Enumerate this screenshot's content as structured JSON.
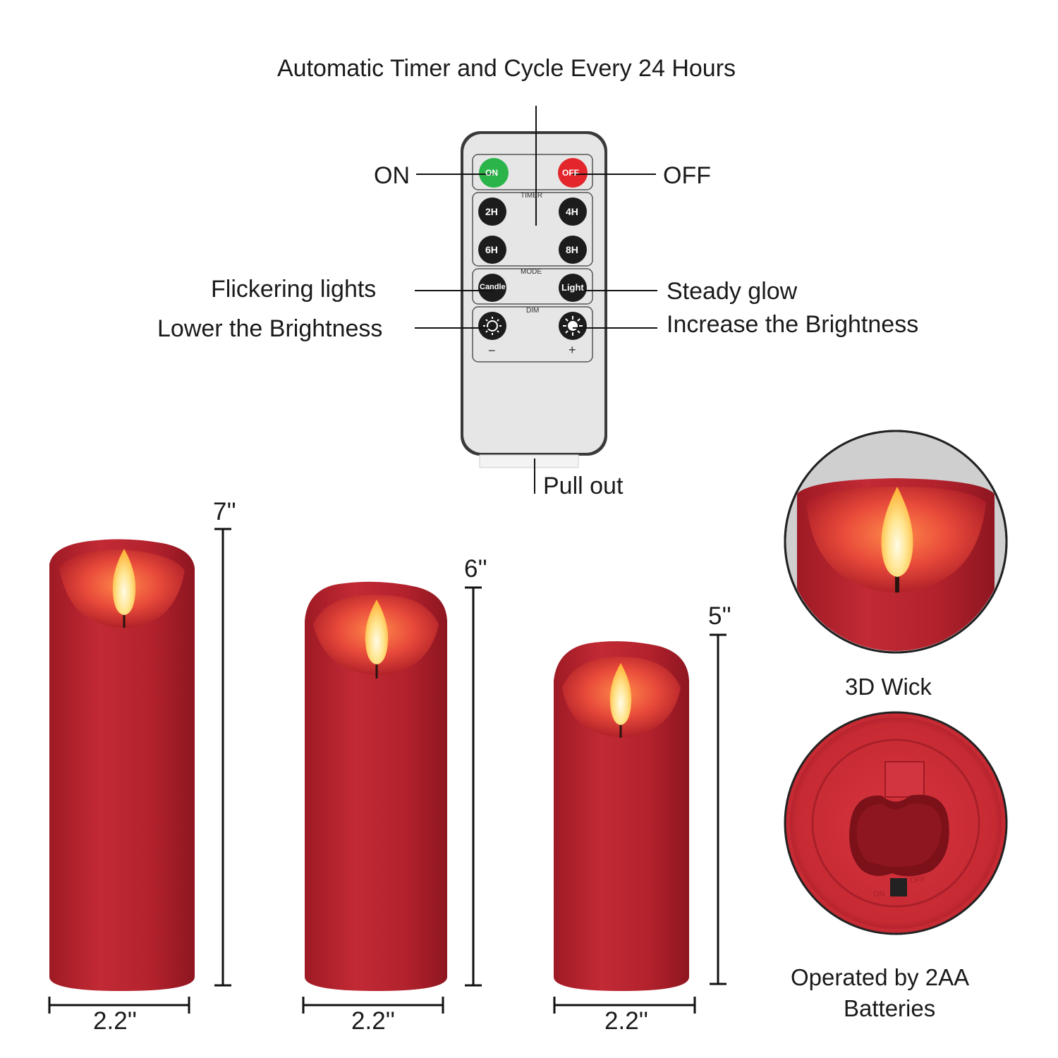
{
  "title": "Automatic Timer and Cycle Every 24 Hours",
  "remote": {
    "on_label": "ON",
    "off_label": "OFF",
    "timer_section": "TIMER",
    "btn_2h": "2H",
    "btn_4h": "4H",
    "btn_6h": "6H",
    "btn_8h": "8H",
    "mode_section": "MODE",
    "btn_candle": "Candle",
    "btn_light": "Light",
    "dim_section": "DIM",
    "minus": "−",
    "plus": "+"
  },
  "callouts": {
    "on": "ON",
    "off": "OFF",
    "flickering": "Flickering lights",
    "steady": "Steady glow",
    "lower": "Lower the Brightness",
    "increase": "Increase the Brightness",
    "pull_out": "Pull out"
  },
  "candles": [
    {
      "height": "7''",
      "width": "2.2''"
    },
    {
      "height": "6''",
      "width": "2.2''"
    },
    {
      "height": "5''",
      "width": "2.2''"
    }
  ],
  "details": {
    "wick_caption": "3D Wick",
    "battery_caption_line1": "Operated by 2AA",
    "battery_caption_line2": "Batteries",
    "battery_off_mark": "OFF",
    "battery_on_mark": "ON"
  },
  "colors": {
    "candle_red": "#b8212c",
    "on_button": "#2bb44a",
    "off_button": "#e3262b",
    "flame": "#ffe08a"
  }
}
